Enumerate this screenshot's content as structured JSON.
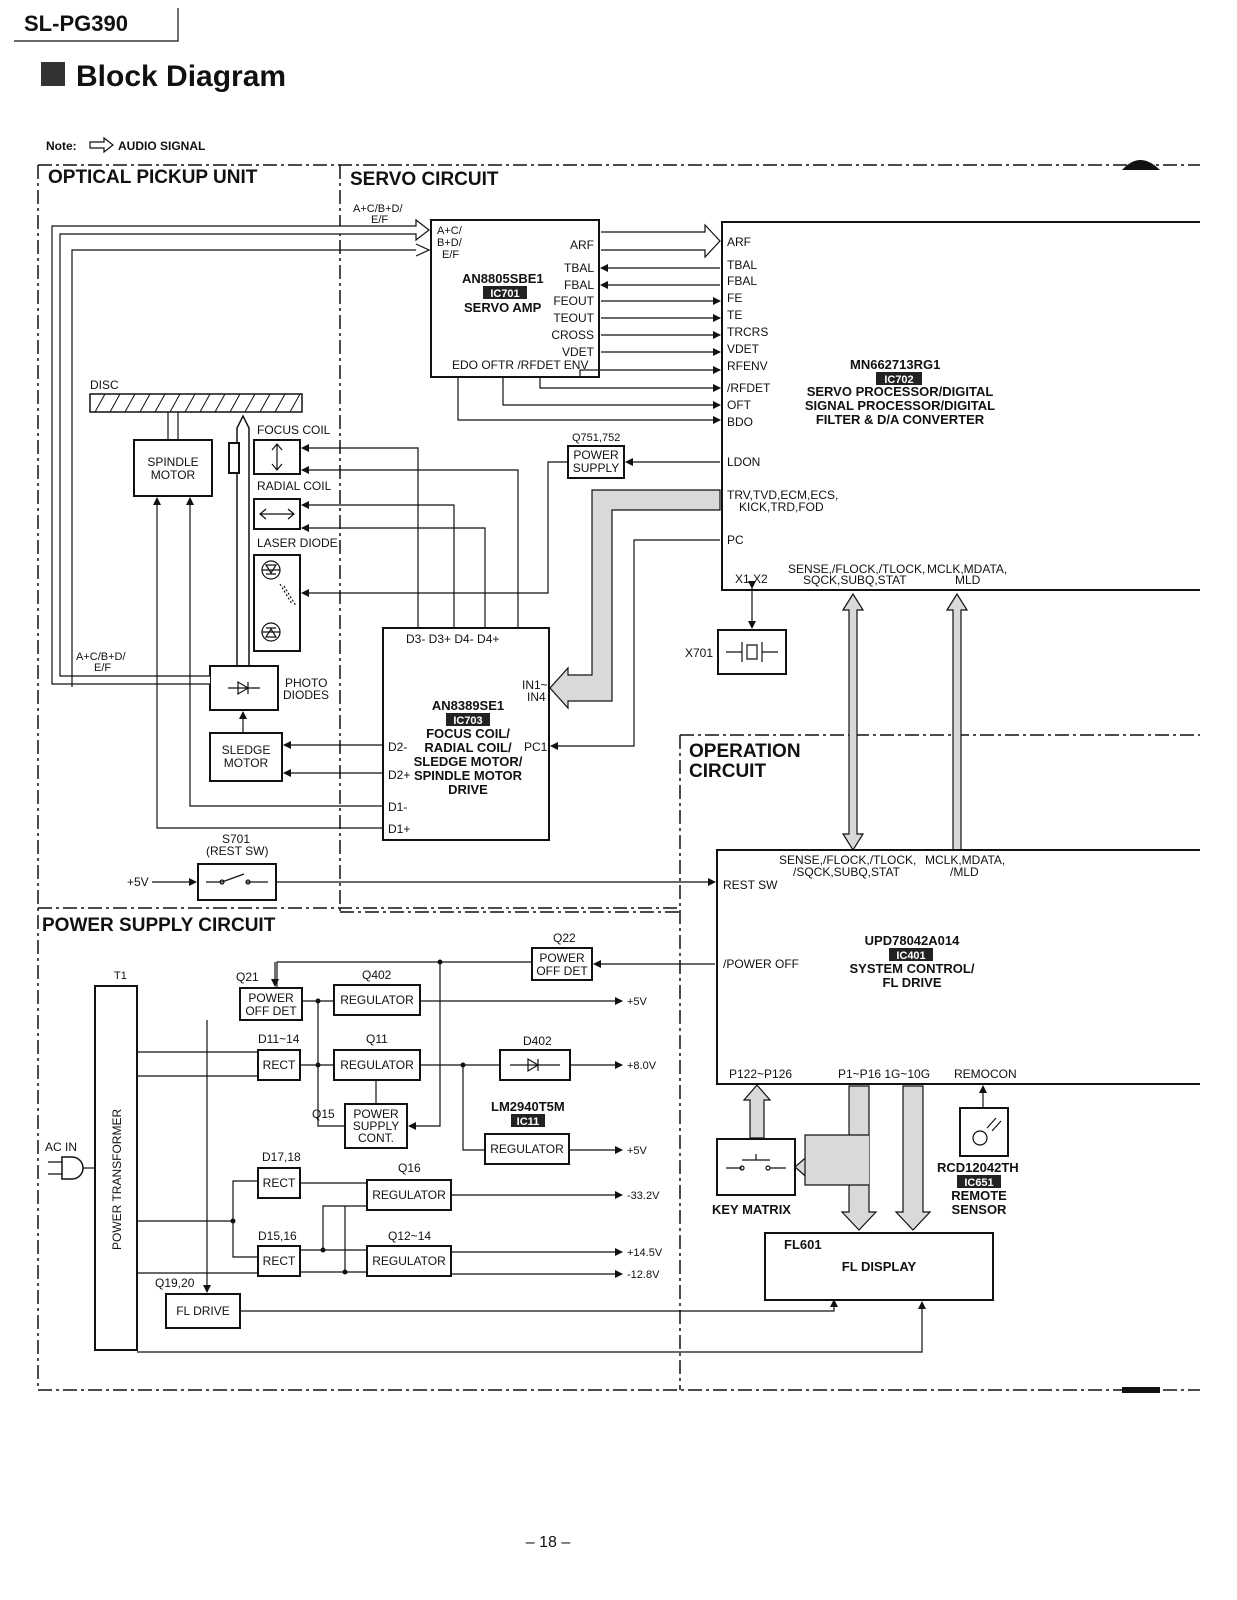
{
  "header": {
    "model": "SL-PG390",
    "title": "Block Diagram",
    "note_label": "Note:",
    "note_text": "AUDIO SIGNAL"
  },
  "sections": {
    "optical": "OPTICAL PICKUP UNIT",
    "servo": "SERVO CIRCUIT",
    "operation_1": "OPERATION",
    "operation_2": "CIRCUIT",
    "power": "POWER SUPPLY CIRCUIT"
  },
  "ic701": {
    "part": "AN8805SBE1",
    "ref": "IC701",
    "name": "SERVO AMP",
    "in_1": "A+C/",
    "in_2": "B+D/",
    "in_3": "E/F",
    "outs": [
      "ARF",
      "TBAL",
      "FBAL",
      "FEOUT",
      "TEOUT",
      "CROSS",
      "VDET"
    ],
    "bottom": "EDO   OFTR /RFDET ENV"
  },
  "ic702": {
    "part": "MN662713RG1",
    "ref": "IC702",
    "name_1": "SERVO PROCESSOR/DIGITAL",
    "name_2": "SIGNAL PROCESSOR/DIGITAL",
    "name_3": "FILTER & D/A CONVERTER",
    "pins": [
      "ARF",
      "TBAL",
      "FBAL",
      "FE",
      "TE",
      "TRCRS",
      "VDET",
      "RFENV",
      "/RFDET",
      "OFT",
      "BDO"
    ],
    "ldon": "LDON",
    "trv_1": "TRV,TVD,ECM,ECS,",
    "trv_2": "KICK,TRD,FOD",
    "pc": "PC",
    "x": "X1,X2",
    "bus1_1": "SENSE,/FLOCK,/TLOCK,",
    "bus1_2": "SQCK,SUBQ,STAT",
    "bus2_1": "MCLK,MDATA,",
    "bus2_2": "MLD"
  },
  "ic703": {
    "part": "AN8389SE1",
    "ref": "IC703",
    "name_1": "FOCUS COIL/",
    "name_2": "RADIAL COIL/",
    "name_3": "SLEDGE MOTOR/",
    "name_4": "SPINDLE MOTOR",
    "name_5": "DRIVE",
    "top": "D3-   D3+   D4-   D4+",
    "in_1": "IN1~",
    "in_2": "IN4",
    "d2m": "D2-",
    "d2p": "D2+",
    "pc1": "PC1",
    "d1m": "D1-",
    "d1p": "D1+"
  },
  "ic401": {
    "part": "UPD78042A014",
    "ref": "IC401",
    "name_1": "SYSTEM CONTROL/",
    "name_2": "FL DRIVE",
    "bus1_1": "SENSE,/FLOCK,/TLOCK,",
    "bus1_2": "/SQCK,SUBQ,STAT",
    "bus2_1": "MCLK,MDATA,",
    "bus2_2": "/MLD",
    "rest": "REST SW",
    "poff": "/POWER OFF",
    "ports": "P122~P126",
    "ports2": "P1~P16   1G~10G",
    "remocon": "REMOCON"
  },
  "optical": {
    "disc": "DISC",
    "spindle_1": "SPINDLE",
    "spindle_2": "MOTOR",
    "focus": "FOCUS COIL",
    "radial": "RADIAL COIL",
    "laser": "LASER DIODE",
    "photo_1": "PHOTO",
    "photo_2": "DIODES",
    "sledge_1": "SLEDGE",
    "sledge_2": "MOTOR",
    "sig_1": "A+C/B+D/",
    "sig_2": "E/F"
  },
  "servo_misc": {
    "sig_1": "A+C/B+D/",
    "sig_2": "E/F",
    "q751": "Q751,752",
    "ps_1": "POWER",
    "ps_2": "SUPPLY",
    "x701": "X701",
    "s701": "S701",
    "s701b": "(REST SW)",
    "plus5": "+5V"
  },
  "power": {
    "t1": "T1",
    "transformer": "POWER TRANSFORMER",
    "acin": "AC IN",
    "q21": "Q21",
    "q21_1": "POWER",
    "q21_2": "OFF DET",
    "q402": "Q402",
    "reg": "REGULATOR",
    "out1": "+5V",
    "d11": "D11~14",
    "rect": "RECT",
    "q11": "Q11",
    "d402": "D402",
    "out2": "+8.0V",
    "q15": "Q15",
    "q15_1": "POWER",
    "q15_2": "SUPPLY",
    "q15_3": "CONT.",
    "lm": "LM2940T5M",
    "ic11": "IC11",
    "out3": "+5V",
    "d17": "D17,18",
    "q16": "Q16",
    "out4": "-33.2V",
    "d15": "D15,16",
    "q12": "Q12~14",
    "out5": "+14.5V",
    "out6": "-12.8V",
    "q19": "Q19,20",
    "fldrive": "FL DRIVE",
    "q22": "Q22",
    "q22_1": "POWER",
    "q22_2": "OFF DET"
  },
  "operation": {
    "keymatrix": "KEY MATRIX",
    "fl601": "FL601",
    "fldisplay": "FL DISPLAY",
    "rcd": "RCD12042TH",
    "ic651": "IC651",
    "remote_1": "REMOTE",
    "remote_2": "SENSOR"
  },
  "footer": {
    "page": "– 18 –"
  }
}
